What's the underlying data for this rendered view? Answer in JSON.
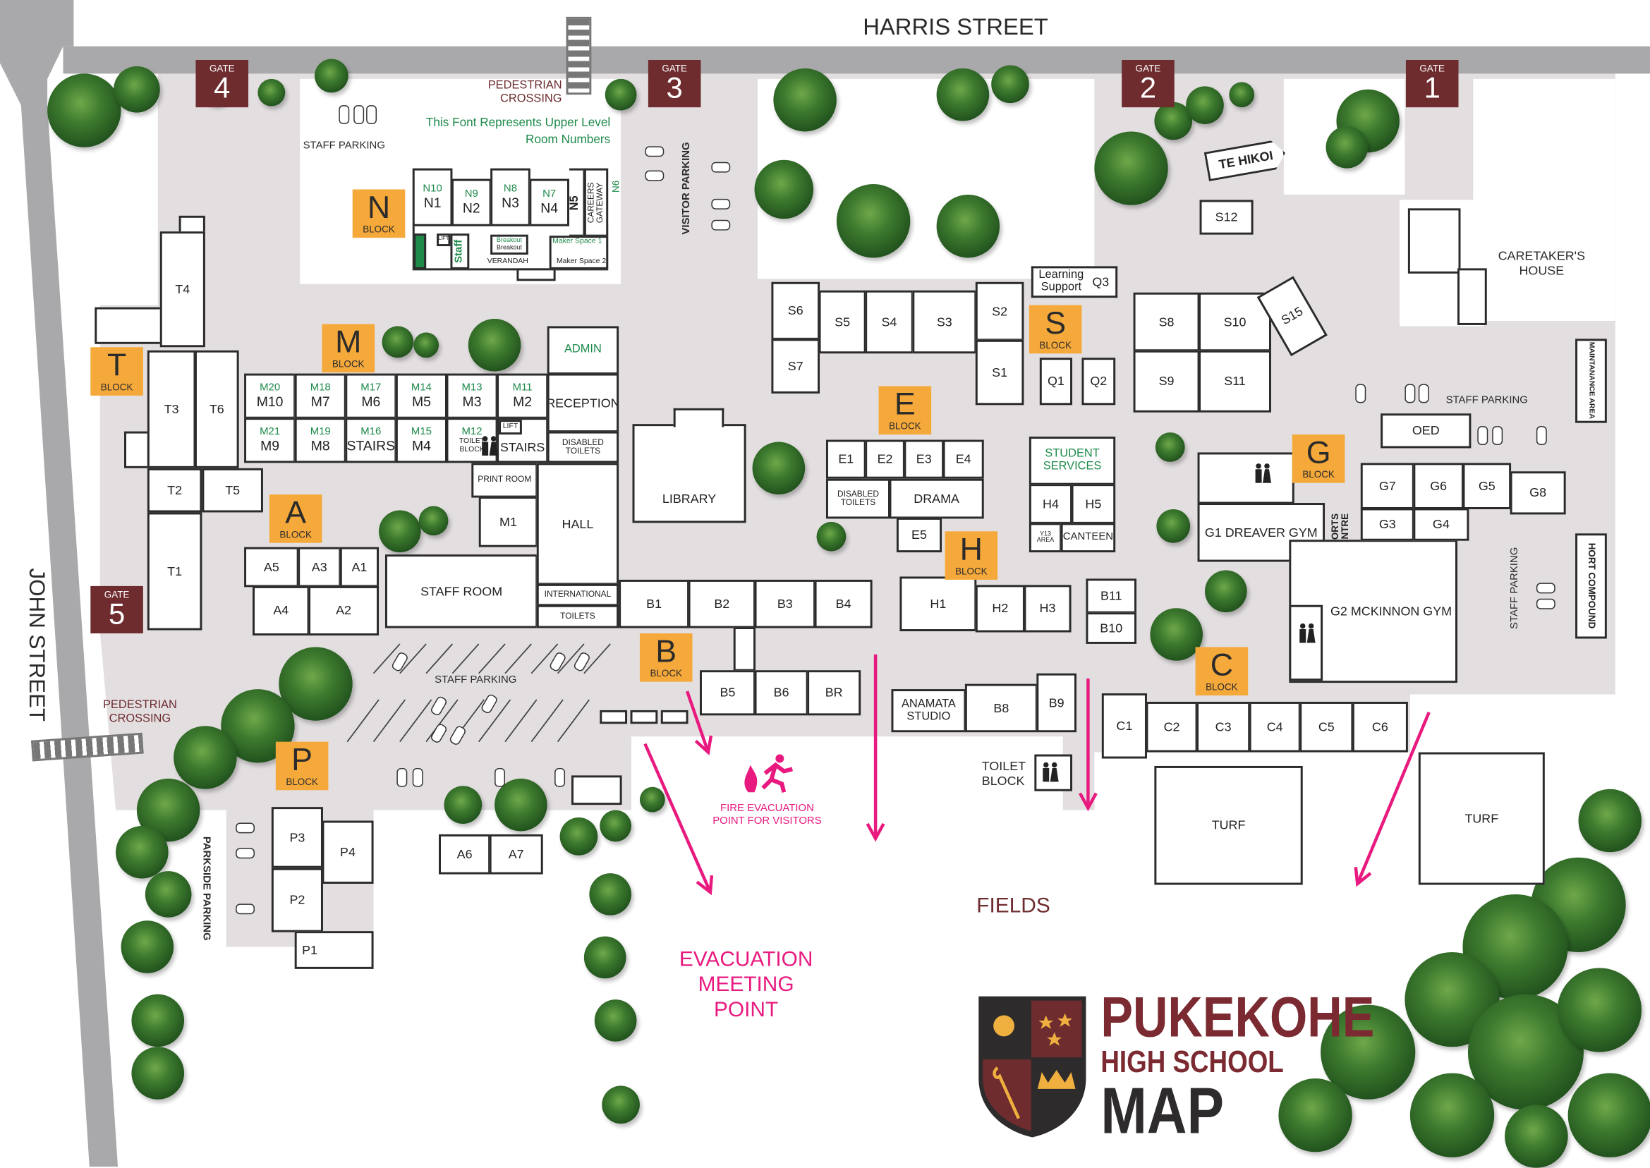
{
  "streets": {
    "harris": "HARRIS STREET",
    "john": "JOHN STREET"
  },
  "gates": [
    {
      "label": "GATE",
      "num": "4"
    },
    {
      "label": "GATE",
      "num": "3"
    },
    {
      "label": "GATE",
      "num": "2"
    },
    {
      "label": "GATE",
      "num": "1"
    },
    {
      "label": "GATE",
      "num": "5"
    }
  ],
  "block_tiles": [
    {
      "letter": "N",
      "label": "BLOCK"
    },
    {
      "letter": "M",
      "label": "BLOCK"
    },
    {
      "letter": "T",
      "label": "BLOCK"
    },
    {
      "letter": "A",
      "label": "BLOCK"
    },
    {
      "letter": "B",
      "label": "BLOCK"
    },
    {
      "letter": "E",
      "label": "BLOCK"
    },
    {
      "letter": "S",
      "label": "BLOCK"
    },
    {
      "letter": "H",
      "label": "BLOCK"
    },
    {
      "letter": "G",
      "label": "BLOCK"
    },
    {
      "letter": "C",
      "label": "BLOCK"
    },
    {
      "letter": "P",
      "label": "BLOCK"
    }
  ],
  "dual_rooms": {
    "n1": {
      "upper": "N10",
      "lower": "N1"
    },
    "n2": {
      "upper": "N9",
      "lower": "N2"
    },
    "n3": {
      "upper": "N8",
      "lower": "N3"
    },
    "n4": {
      "upper": "N7",
      "lower": "N4"
    },
    "m10": {
      "upper": "M20",
      "lower": "M10"
    },
    "m7": {
      "upper": "M18",
      "lower": "M7"
    },
    "m6": {
      "upper": "M17",
      "lower": "M6"
    },
    "m5": {
      "upper": "M14",
      "lower": "M5"
    },
    "m3": {
      "upper": "M13",
      "lower": "M3"
    },
    "m2": {
      "upper": "M11",
      "lower": "M2"
    },
    "m9": {
      "upper": "M21",
      "lower": "M9"
    },
    "m8": {
      "upper": "M19",
      "lower": "M8"
    },
    "mstairs": {
      "upper": "M16",
      "lower": "STAIRS"
    },
    "m4": {
      "upper": "M15",
      "lower": "M4"
    },
    "mtoilet": {
      "upper": "M12",
      "lower": "TOILET BLOCK"
    }
  },
  "rooms": {
    "n5": "N5",
    "careers": "CAREERS GATEWAY",
    "n6": "N6",
    "lift_n": "LIFT",
    "staff_n": "Staff",
    "breakout_upper": "Breakout",
    "breakout": "Breakout",
    "verandah": "VERANDAH",
    "maker1": "Maker Space 1",
    "maker2": "Maker Space 2",
    "t4": "T4",
    "t3": "T3",
    "t6": "T6",
    "t2": "T2",
    "t5": "T5",
    "t1": "T1",
    "a5": "A5",
    "a3": "A3",
    "a1": "A1",
    "a4": "A4",
    "a2": "A2",
    "a6": "A6",
    "a7": "A7",
    "staff_room": "STAFF ROOM",
    "admin": "ADMIN",
    "reception": "RECEPTION",
    "disabled_toilets_m": "DISABLED TOILETS",
    "lift_m": "LIFT",
    "stairs_m": "STAIRS",
    "print_room": "PRINT ROOM",
    "m1": "M1",
    "hall": "HALL",
    "international": "INTERNATIONAL",
    "toilets": "TOILETS",
    "b1": "B1",
    "b2": "B2",
    "b3": "B3",
    "b4": "B4",
    "b5": "B5",
    "b6": "B6",
    "br": "BR",
    "library": "LIBRARY",
    "e1": "E1",
    "e2": "E2",
    "e3": "E3",
    "e4": "E4",
    "disabled_toilets_e": "DISABLED TOILETS",
    "drama": "DRAMA",
    "e5": "E5",
    "h1": "H1",
    "h2": "H2",
    "h3": "H3",
    "b11": "B11",
    "b10": "B10",
    "s6": "S6",
    "s7": "S7",
    "s5": "S5",
    "s4": "S4",
    "s3": "S3",
    "s2": "S2",
    "s1": "S1",
    "learning_support": "Learning Support",
    "q3": "Q3",
    "q1": "Q1",
    "q2": "Q2",
    "s8": "S8",
    "s10": "S10",
    "s9": "S9",
    "s11": "S11",
    "s15": "S15",
    "s12": "S12",
    "te_hikoi": "TE HIKOI",
    "student_services": "STUDENT SERVICES",
    "h4": "H4",
    "h5": "H5",
    "y13": "Y13 AREA",
    "canteen": "CANTEEN",
    "g1": "G1 DREAVER GYM",
    "sports_centre": "SPORTS CENTRE",
    "g2": "G2 MCKINNON GYM",
    "g7": "G7",
    "g6": "G6",
    "g5": "G5",
    "g8": "G8",
    "g3": "G3",
    "g4": "G4",
    "oed": "OED",
    "maintenance": "MAINTANANCE AREA",
    "hort": "HORT COMPOUND",
    "c1": "C1",
    "c2": "C2",
    "c3": "C3",
    "c4": "C4",
    "c5": "C5",
    "c6": "C6",
    "turf1": "TURF",
    "turf2": "TURF",
    "anamata": "ANAMATA STUDIO",
    "b8": "B8",
    "b9": "B9",
    "p3": "P3",
    "p4": "P4",
    "p2": "P2",
    "p1": "P1"
  },
  "labels": {
    "pedestrian_crossing_top": "PEDESTRIAN CROSSING",
    "pedestrian_crossing_left": "PEDESTRIAN CROSSING",
    "upper_level_note": "This Font Represents Upper Level Room Numbers",
    "staff_parking_n": "STAFF PARKING",
    "staff_parking_main": "STAFF PARKING",
    "staff_parking_oed": "STAFF PARKING",
    "staff_parking_hort": "STAFF PARKING",
    "visitor_parking": "VISITOR PARKING",
    "parkside_parking": "PARKSIDE PARKING",
    "caretakers_house": "CARETAKER'S HOUSE",
    "toilet_block": "TOILET BLOCK",
    "fields": "FIELDS",
    "evacuation": "EVACUATION MEETING POINT",
    "fire_evacuation": "FIRE EVACUATION POINT FOR VISITORS"
  },
  "logo": {
    "line1": "PUKEKOHE",
    "line2": "HIGH SCHOOL",
    "line3": "MAP"
  },
  "colors": {
    "maroon": "#6e2c2f",
    "orange": "#f6a93b",
    "pink": "#e8197f",
    "green": "#1e8a4a",
    "campus": "#e3dfe0",
    "road": "#a9a9ab"
  }
}
